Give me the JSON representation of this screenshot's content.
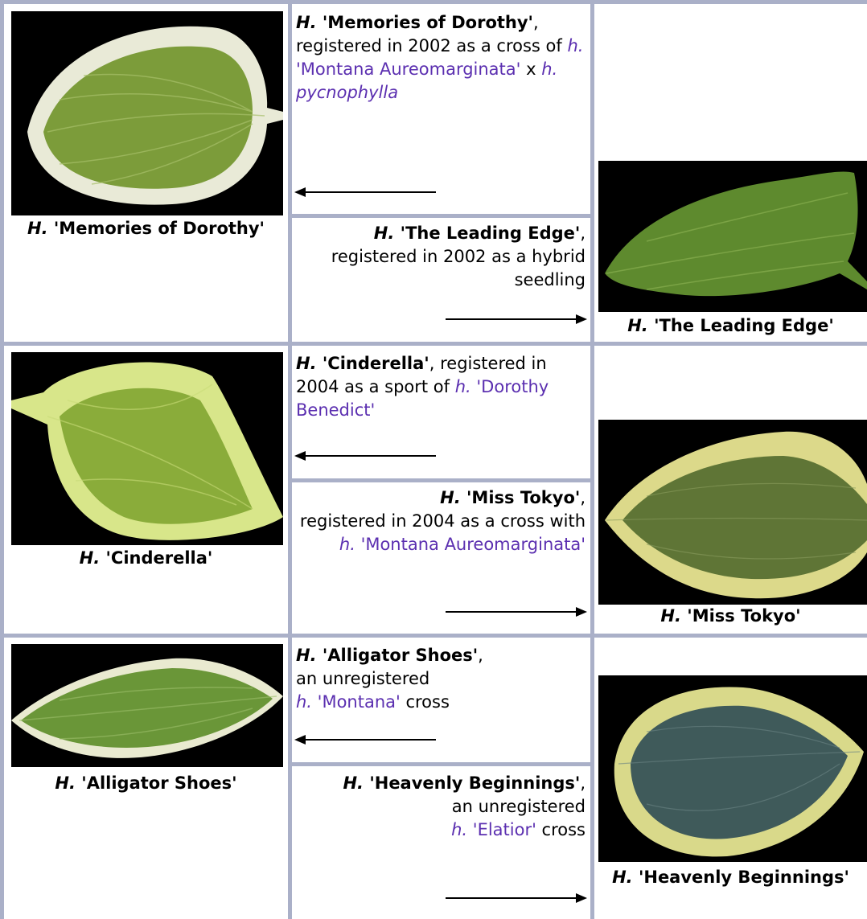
{
  "colors": {
    "grid": "#aab0c8",
    "link": "#5b2fb0",
    "background": "#ffffff",
    "photo_bg": "#000000"
  },
  "rows": [
    {
      "left_caption": {
        "genus": "H.",
        "name": "'Memories of Dorothy'"
      },
      "top_desc": {
        "genus": "H.",
        "name": "'Memories of Dorothy'",
        "text1": ",",
        "text2": "registered in 2002 as a cross of ",
        "link1_genus": "h.",
        "link1_name": " 'Montana Aureomarginata'",
        "mid": " x ",
        "link2_genus": "h.",
        "link2_name": " pycnophylla"
      },
      "bottom_desc": {
        "genus": "H.",
        "name": "'The Leading Edge'",
        "text1": ",",
        "text2": "registered in 2002 as a hybrid seedling"
      },
      "right_caption": {
        "genus": "H.",
        "name": "'The Leading Edge'"
      }
    },
    {
      "left_caption": {
        "genus": "H.",
        "name": "'Cinderella'"
      },
      "top_desc": {
        "genus": "H.",
        "name": "'Cinderella'",
        "text1": ", registered in 2004 as a sport of ",
        "link1_genus": "h.",
        "link1_name": " 'Dorothy Benedict'"
      },
      "bottom_desc": {
        "genus": "H.",
        "name": "'Miss Tokyo'",
        "text1": ",",
        "text2": "registered in 2004 as a cross with ",
        "link1_genus": "h.",
        "link1_name": " 'Montana Aureomarginata'"
      },
      "right_caption": {
        "genus": "H.",
        "name": "'Miss Tokyo'"
      }
    },
    {
      "left_caption": {
        "genus": "H.",
        "name": "'Alligator Shoes'"
      },
      "top_desc": {
        "genus": "H.",
        "name": "'Alligator Shoes'",
        "text1": ",",
        "text2": "an unregistered ",
        "link1_genus": "h.",
        "link1_name": " 'Montana'",
        "text3": " cross"
      },
      "bottom_desc": {
        "genus": "H.",
        "name": "'Heavenly Beginnings'",
        "text1": ",",
        "text2": "an unregistered ",
        "link1_genus": "h.",
        "link1_name": " 'Elatior'",
        "text3": " cross"
      },
      "right_caption": {
        "genus": "H.",
        "name": "'Heavenly Beginnings'"
      }
    }
  ]
}
